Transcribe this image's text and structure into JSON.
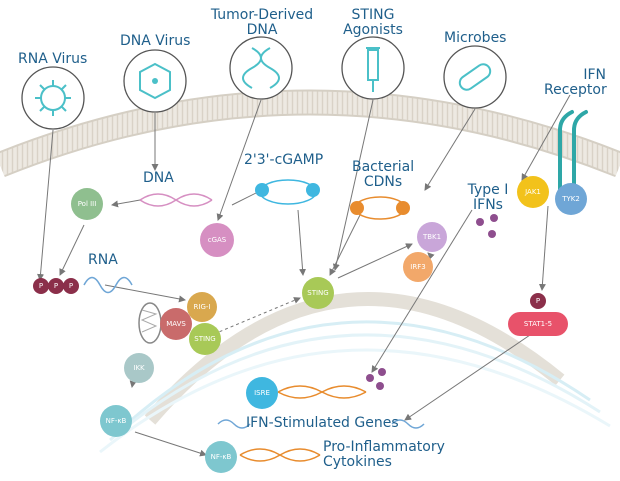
{
  "labels": {
    "rna_virus": "RNA Virus",
    "dna_virus": "DNA Virus",
    "tumor_dna": "Tumor-Derived DNA",
    "sting_agonists": "STING Agonists",
    "microbes": "Microbes",
    "ifn_receptor": "IFN Receptor",
    "dna": "DNA",
    "rna": "RNA",
    "cgamp": "2'3'-cGAMP",
    "bacterial_cdns": "Bacterial CDNs",
    "type1_ifns": "Type I IFNs",
    "ifn_stimulated_genes": "IFN-Stimulated Genes",
    "pro_inflammatory": "Pro-Inflammatory Cytokines"
  },
  "nodes": {
    "pol3": "Pol III",
    "cgas": "cGAS",
    "sting": "STING",
    "tbk1": "TBK1",
    "irf3": "IRF3",
    "jak1": "JAK1",
    "tyk2": "TYK2",
    "stat": "STAT1-5",
    "p": "P",
    "rigi": "RIG-I",
    "mavs": "MAVS",
    "sting2": "STING",
    "ikk": "IKK",
    "nfkb1": "NF-κB",
    "nfkb2": "NF-κB",
    "isre": "ISRE"
  },
  "colors": {
    "teal_line": "#1f5f8b",
    "pol3": "#8fbf8f",
    "cgas": "#d68fc2",
    "sting": "#a8c957",
    "tbk1": "#c9a6d9",
    "irf3": "#f2a86a",
    "jak1": "#f2c21b",
    "tyk2": "#6fa6d6",
    "stat": "#e8526a",
    "p": "#8b2f4a",
    "rigi": "#d9a84e",
    "mavs": "#c96b6b",
    "ikk": "#a9c8c8",
    "nfkb": "#7ec7cf",
    "cyan": "#3fb7e0",
    "orange": "#e88c2e",
    "purple": "#8e4e8e"
  }
}
